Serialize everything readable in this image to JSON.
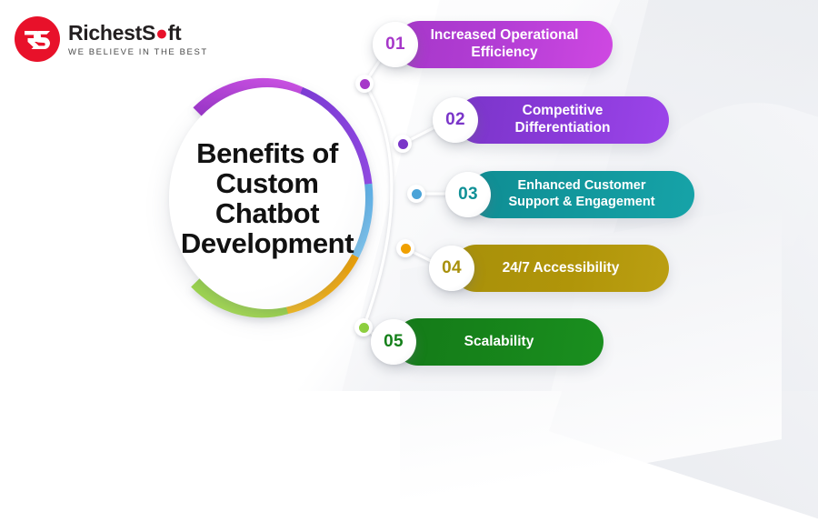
{
  "brand": {
    "name_part1": "RichestS",
    "name_dot": "●",
    "name_part2": "ft",
    "full_name": "RichestSoft",
    "tagline": "WE BELIEVE IN THE BEST",
    "logo_initials": "RS",
    "logo_color": "#e8112a"
  },
  "hub": {
    "title_lines": [
      "Benefits of",
      "Custom",
      "Chatbot",
      "Development"
    ],
    "title_full": "Benefits of Custom Chatbot Development",
    "ring_segments": [
      {
        "name": "segment-01",
        "color_from": "#9b35c9",
        "color_to": "#c44fdd"
      },
      {
        "name": "segment-02",
        "color_from": "#7b3fd4",
        "color_to": "#8b4ae0"
      },
      {
        "name": "segment-03",
        "color_from": "#5fb3e8",
        "color_to": "#7cc3ef"
      },
      {
        "name": "segment-04",
        "color_from": "#f0a000",
        "color_to": "#f5b617"
      },
      {
        "name": "segment-05",
        "color_from": "#8dcf3f",
        "color_to": "#a4d94f"
      }
    ]
  },
  "benefits": [
    {
      "number": "01",
      "label_lines": [
        "Increased Operational",
        "Efficiency"
      ],
      "label": "Increased Operational Efficiency",
      "color": "#a637c9",
      "gradient_from": "#a637c9",
      "gradient_to": "#cc44e0",
      "dot_color": "#a637c9"
    },
    {
      "number": "02",
      "label_lines": [
        "Competitive",
        "Differentiation"
      ],
      "label": "Competitive Differentiation",
      "color": "#7a35c9",
      "gradient_from": "#7a35c9",
      "gradient_to": "#9440e8",
      "dot_color": "#7a35c9"
    },
    {
      "number": "03",
      "label_lines": [
        "Enhanced Customer",
        "Support & Engagement"
      ],
      "label": "Enhanced Customer Support & Engagement",
      "color": "#119197",
      "gradient_from": "#0f8d93",
      "gradient_to": "#159ba1",
      "dot_color": "#4aa3d8"
    },
    {
      "number": "04",
      "label_lines": [
        "24/7 Accessibility"
      ],
      "label": "24/7 Accessibility",
      "color": "#a8900b",
      "gradient_from": "#a8900b",
      "gradient_to": "#b89c10",
      "dot_color": "#f0a000"
    },
    {
      "number": "05",
      "label_lines": [
        "Scalability"
      ],
      "label": "Scalability",
      "color": "#15801a",
      "gradient_from": "#147a18",
      "gradient_to": "#1a8c1f",
      "dot_color": "#8dcf3f"
    }
  ]
}
